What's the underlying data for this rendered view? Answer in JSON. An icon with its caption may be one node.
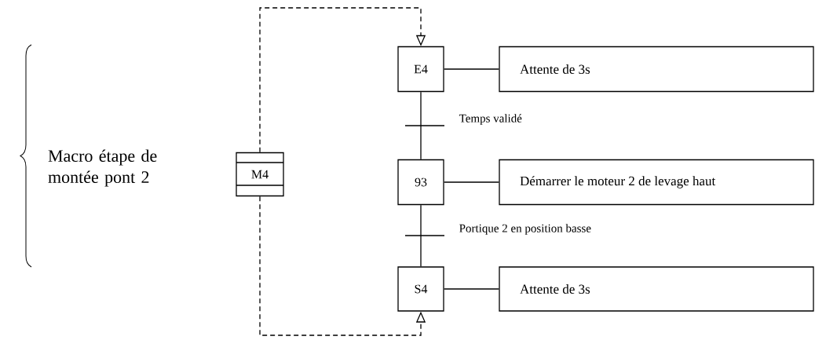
{
  "diagram": {
    "nodes": [
      {
        "text": [
          "M4"
        ]
      },
      {
        "text": [
          "E4"
        ]
      },
      {
        "text": [
          "Attente de 3s"
        ]
      },
      {
        "text": [
          "93"
        ]
      },
      {
        "text": [
          "Démarrer le moteur 2 de levage haut"
        ]
      },
      {
        "text": [
          "S4"
        ]
      },
      {
        "text": [
          "Attente de 3s"
        ]
      }
    ],
    "edges": [
      {
        "from": 0,
        "to": 1,
        "arrow": "to",
        "style": "dashed"
      },
      {
        "from": 0,
        "to": 5,
        "arrow": "to",
        "style": "dashed"
      },
      {
        "from": 1,
        "to": 2,
        "arrow": "none"
      },
      {
        "from": 1,
        "to": 3,
        "arrow": "none",
        "label": "Temps validé"
      },
      {
        "from": 3,
        "to": 4,
        "arrow": "none"
      },
      {
        "from": 3,
        "to": 5,
        "arrow": "none",
        "label": "Portique 2 en position basse"
      },
      {
        "from": 5,
        "to": 6,
        "arrow": "none"
      }
    ],
    "labels": [
      "Macro étape de montée pont 2"
    ]
  }
}
